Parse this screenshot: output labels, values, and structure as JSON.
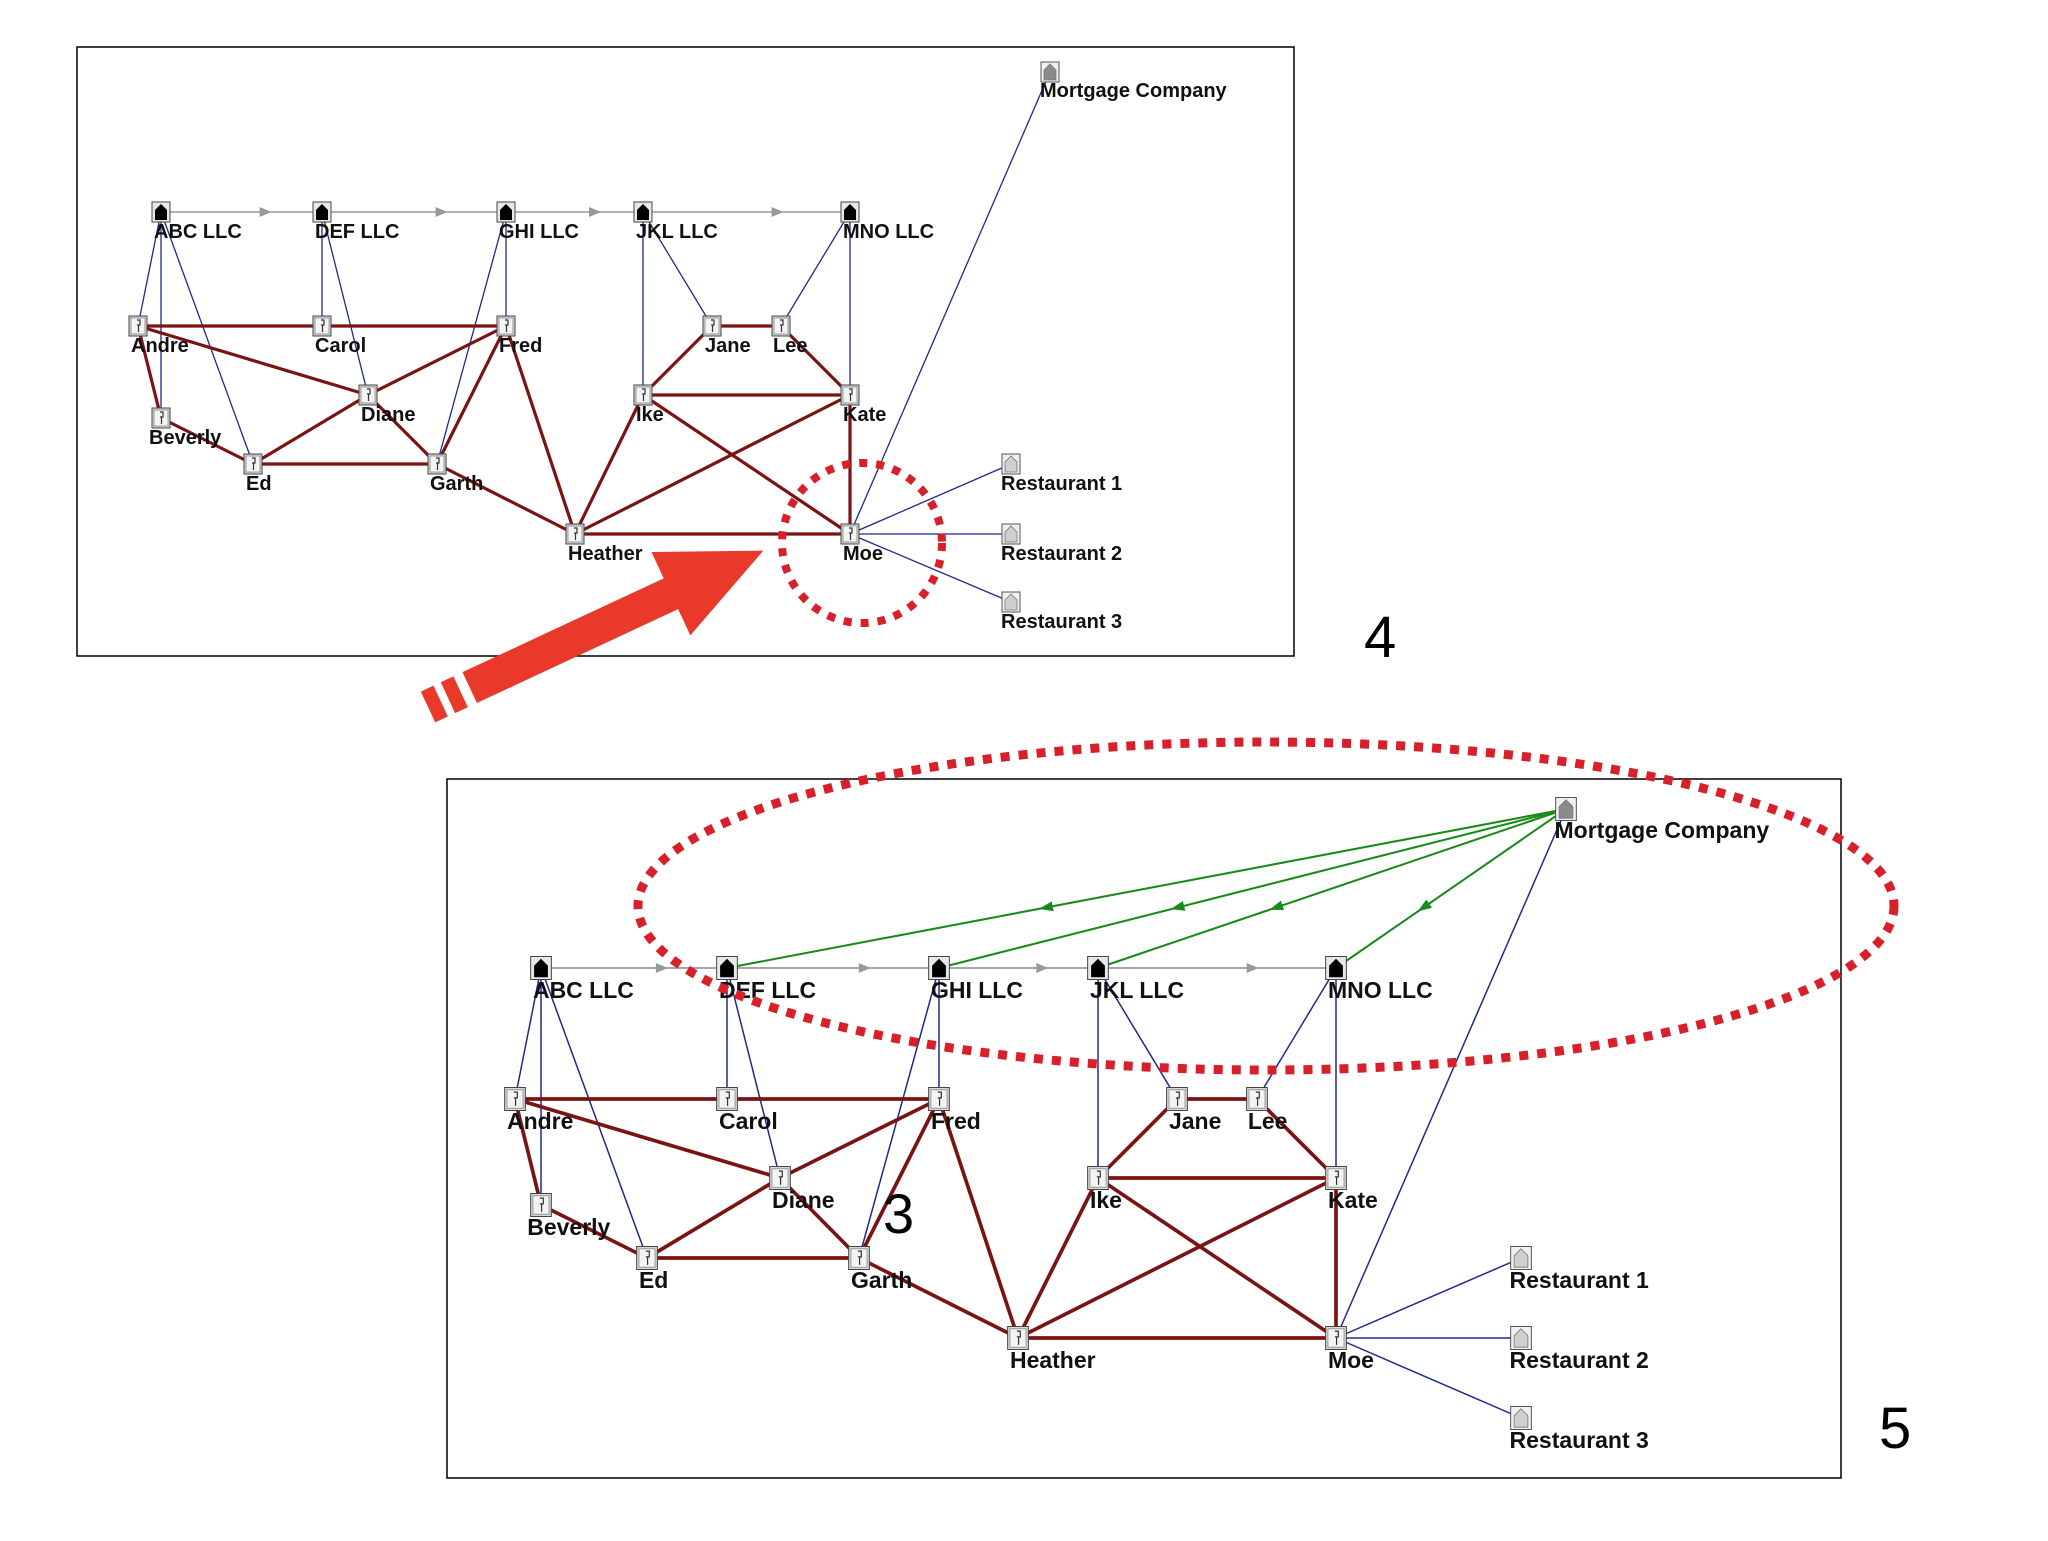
{
  "colors": {
    "person_edge": "#7a1414",
    "company_edge": "#1e2a8a",
    "chain_edge": "#999999",
    "mortgage_edge": "#1a8a1a",
    "highlight": "#d8202a",
    "arrow": "#e8392a",
    "frame": "#000000"
  },
  "step_labels": [
    "4",
    "5"
  ],
  "overlay_text": "3",
  "nodes": [
    {
      "id": "abc",
      "label": "ABC  LLC",
      "kind": "company",
      "icon": "company-building-icon"
    },
    {
      "id": "def",
      "label": "DEF  LLC",
      "kind": "company",
      "icon": "company-building-icon"
    },
    {
      "id": "ghi",
      "label": "GHI  LLC",
      "kind": "company",
      "icon": "company-building-icon"
    },
    {
      "id": "jkl",
      "label": "JKL  LLC",
      "kind": "company",
      "icon": "company-building-icon"
    },
    {
      "id": "mno",
      "label": "MNO  LLC",
      "kind": "company",
      "icon": "company-building-icon"
    },
    {
      "id": "andre",
      "label": "Andre",
      "kind": "person",
      "icon": "person-icon"
    },
    {
      "id": "carol",
      "label": "Carol",
      "kind": "person",
      "icon": "person-icon"
    },
    {
      "id": "fred",
      "label": "Fred",
      "kind": "person",
      "icon": "person-icon"
    },
    {
      "id": "jane",
      "label": "Jane",
      "kind": "person",
      "icon": "person-icon"
    },
    {
      "id": "lee",
      "label": "Lee",
      "kind": "person",
      "icon": "person-icon"
    },
    {
      "id": "diane",
      "label": "Diane",
      "kind": "person",
      "icon": "person-icon"
    },
    {
      "id": "ike",
      "label": "Ike",
      "kind": "person",
      "icon": "person-icon"
    },
    {
      "id": "kate",
      "label": "Kate",
      "kind": "person",
      "icon": "person-icon"
    },
    {
      "id": "beverly",
      "label": "Beverly",
      "kind": "person",
      "icon": "person-icon"
    },
    {
      "id": "ed",
      "label": "Ed",
      "kind": "person",
      "icon": "person-icon"
    },
    {
      "id": "garth",
      "label": "Garth",
      "kind": "person",
      "icon": "person-icon"
    },
    {
      "id": "heather",
      "label": "Heather",
      "kind": "person",
      "icon": "person-icon"
    },
    {
      "id": "moe",
      "label": "Moe",
      "kind": "person",
      "icon": "person-icon"
    },
    {
      "id": "mortgage",
      "label": "Mortgage Company",
      "kind": "business",
      "icon": "business-icon"
    },
    {
      "id": "r1",
      "label": "Restaurant 1",
      "kind": "business",
      "icon": "business-icon"
    },
    {
      "id": "r2",
      "label": "Restaurant 2",
      "kind": "business",
      "icon": "business-icon"
    },
    {
      "id": "r3",
      "label": "Restaurant 3",
      "kind": "business",
      "icon": "business-icon"
    }
  ],
  "edges": {
    "chain": [
      [
        "abc",
        "def"
      ],
      [
        "def",
        "ghi"
      ],
      [
        "ghi",
        "jkl"
      ],
      [
        "jkl",
        "mno"
      ]
    ],
    "company": [
      [
        "abc",
        "andre"
      ],
      [
        "abc",
        "beverly"
      ],
      [
        "abc",
        "ed"
      ],
      [
        "def",
        "carol"
      ],
      [
        "def",
        "diane"
      ],
      [
        "ghi",
        "fred"
      ],
      [
        "ghi",
        "garth"
      ],
      [
        "jkl",
        "ike"
      ],
      [
        "jkl",
        "jane"
      ],
      [
        "mno",
        "lee"
      ],
      [
        "mno",
        "kate"
      ],
      [
        "moe",
        "mortgage"
      ],
      [
        "moe",
        "r1"
      ],
      [
        "moe",
        "r2"
      ],
      [
        "moe",
        "r3"
      ]
    ],
    "person": [
      [
        "andre",
        "fred"
      ],
      [
        "andre",
        "diane"
      ],
      [
        "andre",
        "beverly"
      ],
      [
        "beverly",
        "ed"
      ],
      [
        "ed",
        "garth"
      ],
      [
        "ed",
        "diane"
      ],
      [
        "diane",
        "fred"
      ],
      [
        "diane",
        "garth"
      ],
      [
        "garth",
        "fred"
      ],
      [
        "fred",
        "heather"
      ],
      [
        "garth",
        "heather"
      ],
      [
        "jane",
        "lee"
      ],
      [
        "jane",
        "ike"
      ],
      [
        "lee",
        "kate"
      ],
      [
        "ike",
        "kate"
      ],
      [
        "ike",
        "moe"
      ],
      [
        "kate",
        "heather"
      ],
      [
        "kate",
        "moe"
      ],
      [
        "heather",
        "ike"
      ],
      [
        "heather",
        "moe"
      ]
    ],
    "mortgage": [
      [
        "mortgage",
        "def"
      ],
      [
        "mortgage",
        "ghi"
      ],
      [
        "mortgage",
        "jkl"
      ],
      [
        "mortgage",
        "mno"
      ]
    ]
  }
}
